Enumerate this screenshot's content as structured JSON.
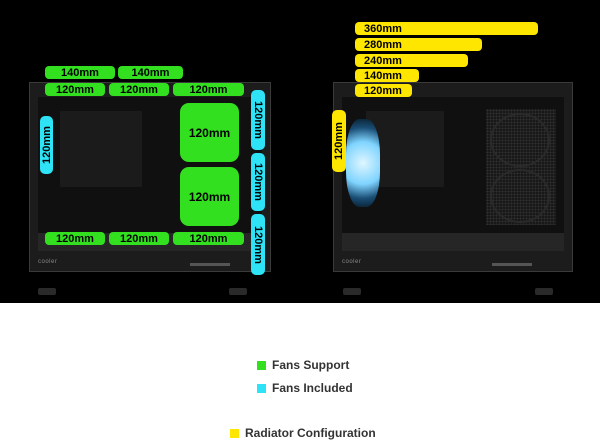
{
  "left_case": {
    "top_row_140": [
      "140mm",
      "140mm"
    ],
    "top_row_120": [
      "120mm",
      "120mm",
      "120mm"
    ],
    "side_left": "120mm",
    "side_right": [
      "120mm",
      "120mm",
      "120mm"
    ],
    "center": [
      "120mm",
      "120mm"
    ],
    "bottom_row": [
      "120mm",
      "120mm",
      "120mm"
    ],
    "brand": "cooler"
  },
  "right_case": {
    "radiators": [
      "360mm",
      "280mm",
      "240mm",
      "140mm",
      "120mm"
    ],
    "side_left": "120mm",
    "brand": "cooler"
  },
  "legend": {
    "fans_support": "Fans Support",
    "fans_included": "Fans Included",
    "radiator_configuration": "Radiator Configuration"
  },
  "colors": {
    "fans_support": "#33e01f",
    "fans_included": "#2ee3f5",
    "radiator": "#ffe600"
  }
}
